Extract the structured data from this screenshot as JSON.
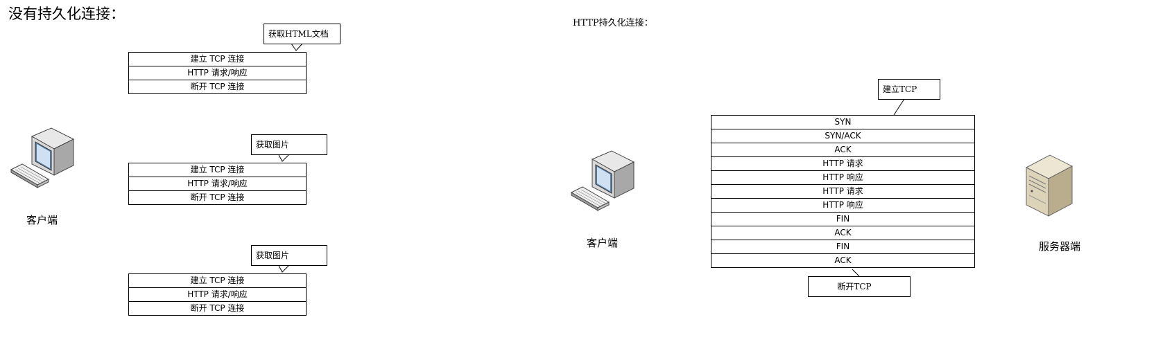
{
  "left": {
    "title": "没有持久化连接：",
    "client_label": "客户端",
    "groups": [
      {
        "callout": "获取HTML文档",
        "rows": [
          "建立 TCP 连接",
          "HTTP 请求/响应",
          "断开 TCP 连接"
        ]
      },
      {
        "callout": "获取图片",
        "rows": [
          "建立 TCP 连接",
          "HTTP 请求/响应",
          "断开 TCP 连接"
        ]
      },
      {
        "callout": "获取图片",
        "rows": [
          "建立 TCP 连接",
          "HTTP 请求/响应",
          "断开 TCP 连接"
        ]
      }
    ]
  },
  "right": {
    "title": "HTTP持久化连接：",
    "client_label": "客户端",
    "server_label": "服务器端",
    "callout_top": "建立TCP",
    "callout_bottom": "断开TCP",
    "rows": [
      "SYN",
      "SYN/ACK",
      "ACK",
      "HTTP 请求",
      "HTTP 响应",
      "HTTP 请求",
      "HTTP 响应",
      "FIN",
      "ACK",
      "FIN",
      "ACK"
    ]
  },
  "icons": [
    "computer-icon",
    "computer-icon",
    "server-icon"
  ]
}
